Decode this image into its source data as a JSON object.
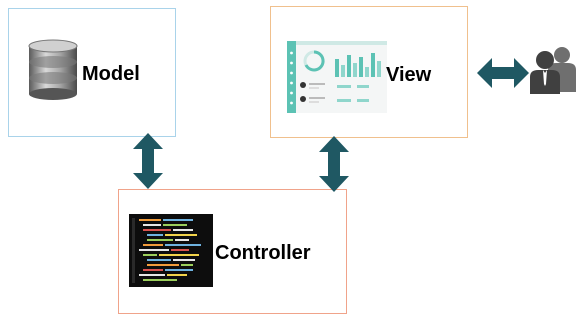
{
  "diagram": {
    "model": {
      "label": "Model",
      "icon": "database-icon",
      "border_color": "#a9d3ea"
    },
    "view": {
      "label": "View",
      "icon": "dashboard-screenshot-icon",
      "border_color": "#f0c08d"
    },
    "controller": {
      "label": "Controller",
      "icon": "code-editor-icon",
      "border_color": "#f0a38a"
    },
    "users": {
      "icon": "users-icon"
    },
    "arrow_color": "#1f5863",
    "dashboard_accent": "#5cc2b4"
  }
}
